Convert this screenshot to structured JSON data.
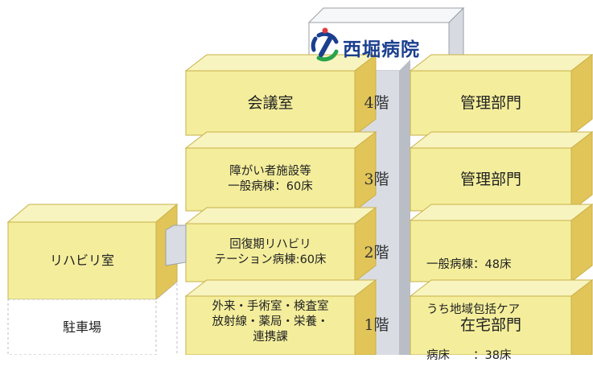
{
  "colors": {
    "box_front": "#f4ee9c",
    "box_top": "#f8f4bf",
    "box_side": "#e2c558",
    "box_outline": "#c9b04a",
    "shaft": "#d9dde3",
    "shaft_side": "#b9bec6",
    "logo_blue": "#1a3f8f",
    "logo_green": "#2aa34a",
    "logo_red": "#e23b3b"
  },
  "logo": {
    "name": "西堀病院",
    "icon": "hospital-logo-icon"
  },
  "floors": {
    "f4": {
      "label": "4階",
      "left": "会議室",
      "right": "管理部門"
    },
    "f3": {
      "label": "3階",
      "left": "障がい者施設等\n一般病棟：60床",
      "right": "管理部門"
    },
    "f2": {
      "label": "2階",
      "left": "回復期リハビリ\nテーション病棟:60床",
      "right_lines": [
        "一般病棟：48床",
        "うち地域包括ケア",
        "病床　　：38床"
      ]
    },
    "f1": {
      "label": "1階",
      "left": "外来・手術室・検査室\n放射線・薬局・栄養・\n連携課",
      "right": "在宅部門"
    }
  },
  "annex": {
    "rehab": "リハビリ室",
    "parking": "駐車場"
  }
}
